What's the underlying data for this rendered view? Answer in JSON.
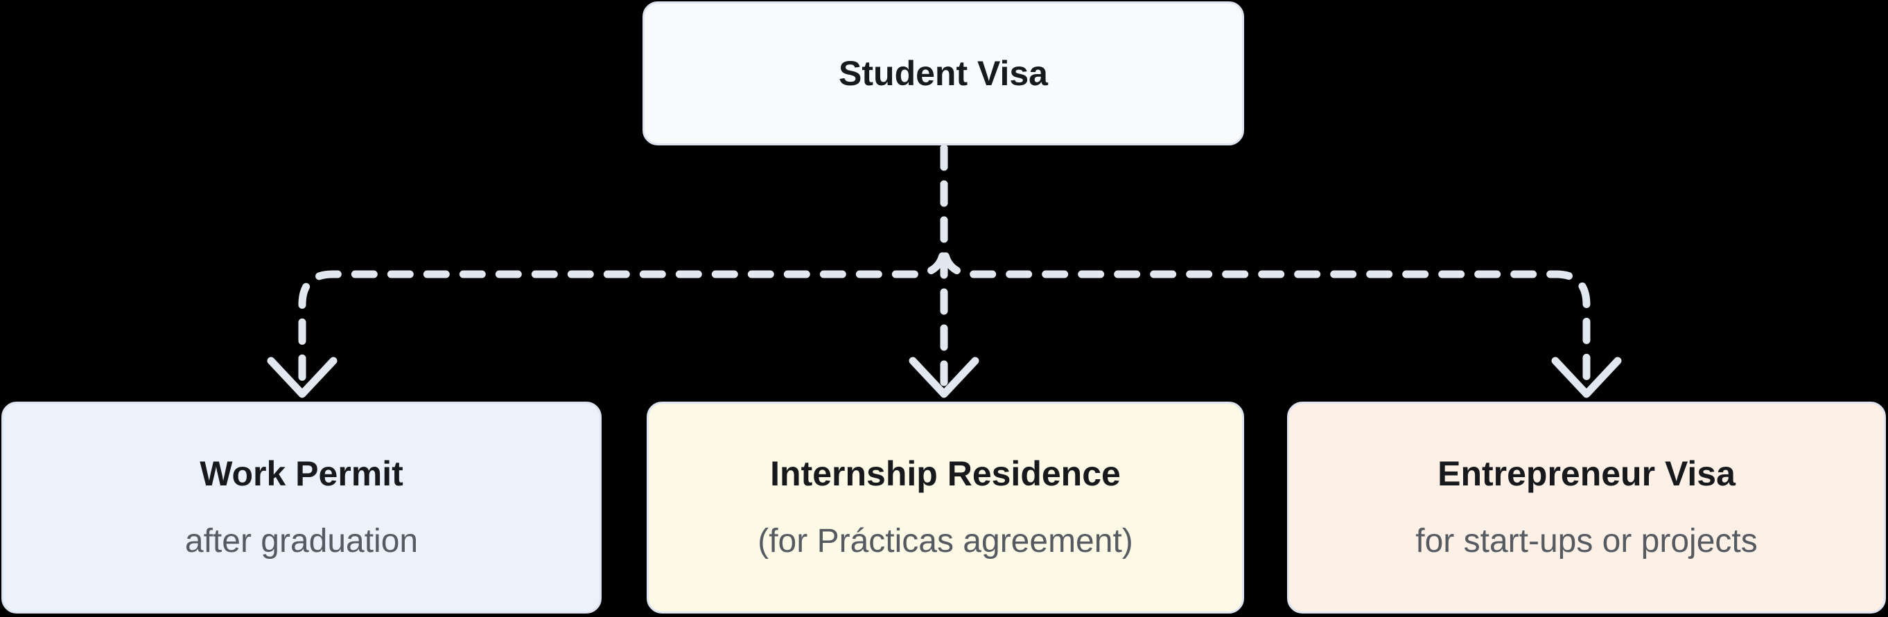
{
  "colors": {
    "canvas-bg": "#000000",
    "edge": "#E2E8F0",
    "node-border": "#DEE5F0",
    "root-bg": "#F8FAFC",
    "blue-bg": "#EBF2FB",
    "yellow-bg": "#FCF9E6",
    "orange-bg": "#FDF0E6",
    "title-text": "#17191D",
    "subtitle-text": "#565B61"
  },
  "diagram": {
    "root": {
      "id": "student-visa",
      "title": "Student Visa"
    },
    "children": [
      {
        "id": "work-permit",
        "title": "Work Permit",
        "subtitle": "after graduation"
      },
      {
        "id": "internship-residence",
        "title": "Internship Residence",
        "subtitle": "(for Prácticas agreement)"
      },
      {
        "id": "entrepreneur-visa",
        "title": "Entrepreneur Visa",
        "subtitle": "for start-ups or projects"
      }
    ]
  }
}
